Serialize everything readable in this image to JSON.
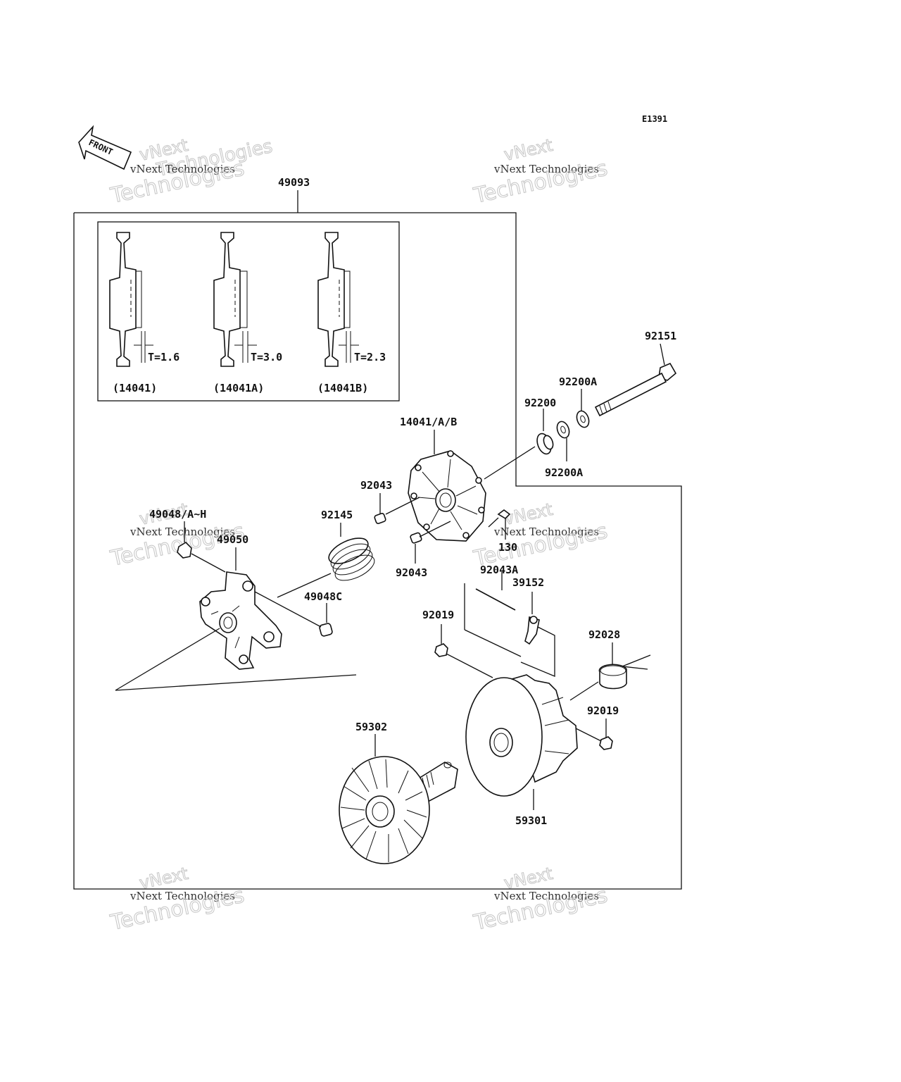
{
  "diagram": {
    "code": "E1391",
    "front_label": "FRONT",
    "watermark": {
      "line1": "vNext Technologies",
      "line2": "Technologies",
      "top": "vNext"
    },
    "detail_labels": [
      {
        "thickness": "T=1.6",
        "part": "(14041)"
      },
      {
        "thickness": "T=3.0",
        "part": "(14041A)"
      },
      {
        "thickness": "T=2.3",
        "part": "(14041B)"
      }
    ],
    "callouts": {
      "p49093": "49093",
      "p92151": "92151",
      "p92200A_top": "92200A",
      "p92200": "92200",
      "p92200A_bottom": "92200A",
      "p14041AB": "14041/A/B",
      "p92043_top": "92043",
      "p92043_bottom": "92043",
      "p49048AH": "49048/A~H",
      "p49050": "49050",
      "p92145": "92145",
      "p130": "130",
      "p92043A": "92043A",
      "p39152": "39152",
      "p49048C": "49048C",
      "p92019_top": "92019",
      "p92028": "92028",
      "p92019_bottom": "92019",
      "p59302": "59302",
      "p59301": "59301"
    }
  }
}
